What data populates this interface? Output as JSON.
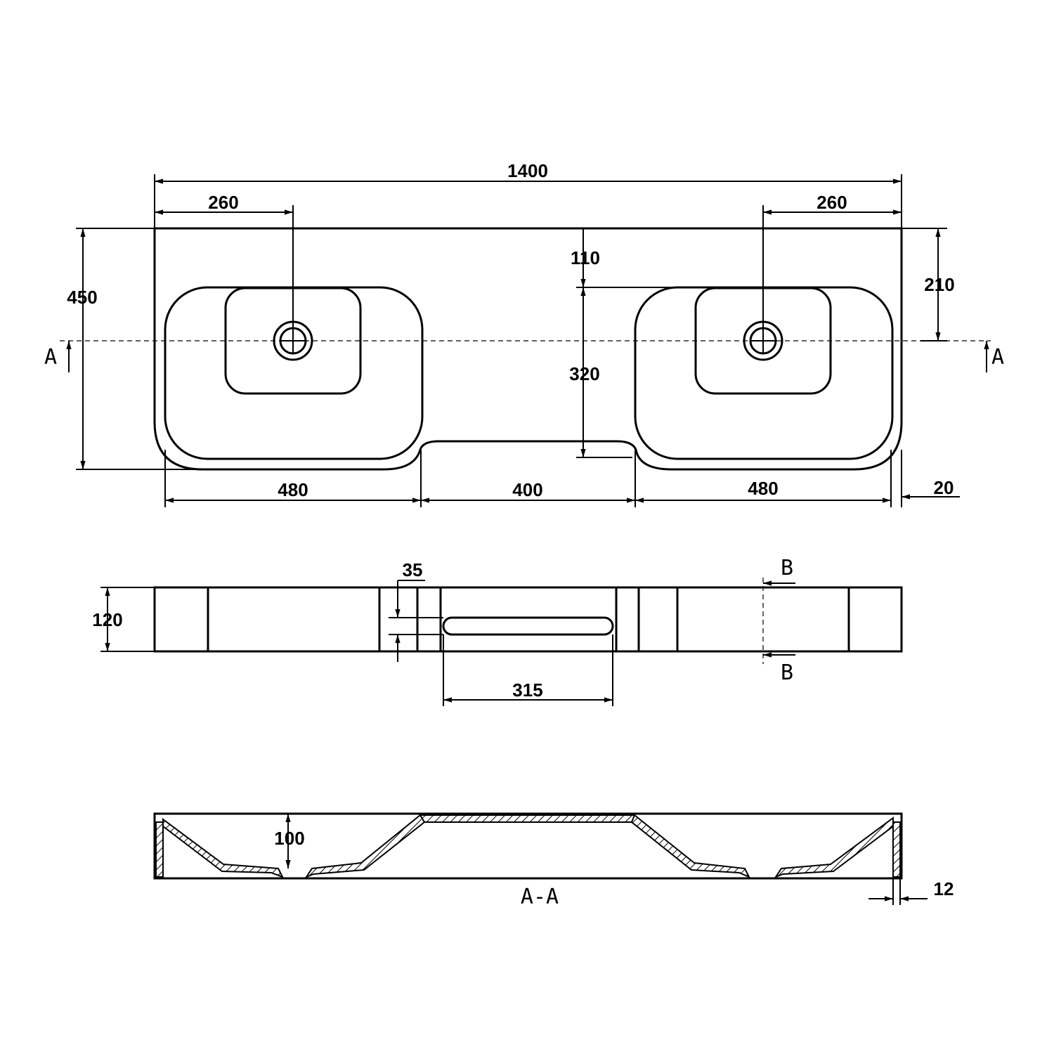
{
  "plan_view": {
    "dims": {
      "overall_width": "1400",
      "drain_offset_left": "260",
      "drain_offset_right": "260",
      "overall_depth": "450",
      "rim_to_bowl": "110",
      "drain_from_back": "210",
      "bowl_depth": "320",
      "bowl_width_left": "480",
      "center_span": "400",
      "bowl_width_right": "480",
      "front_lip": "20"
    },
    "section_mark_left": "A",
    "section_mark_right": "A"
  },
  "front_view": {
    "dims": {
      "height": "120",
      "slot_height": "35",
      "slot_length": "315"
    },
    "section_mark_top": "B",
    "section_mark_bottom": "B"
  },
  "section_view": {
    "dims": {
      "bowl_depth": "100",
      "wall_thickness": "12"
    },
    "title": "A-A"
  }
}
